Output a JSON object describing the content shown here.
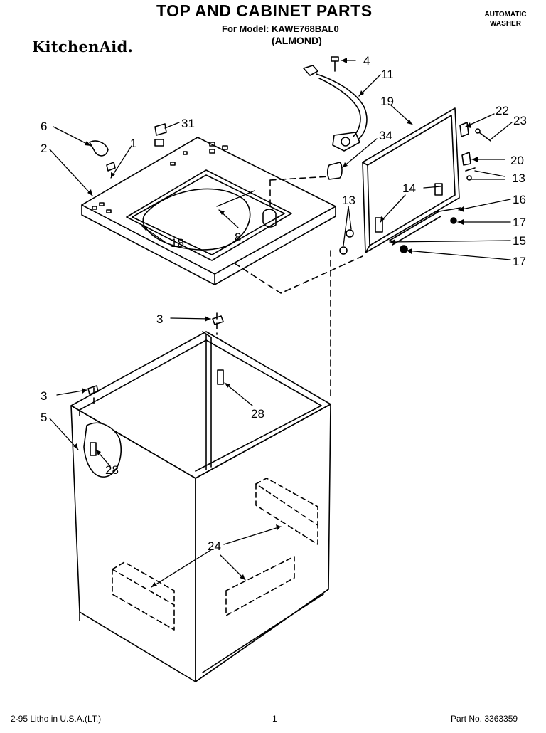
{
  "header": {
    "title": "TOP AND CABINET PARTS",
    "model_line": "For Model: KAWE768BAL0",
    "color": "(ALMOND)",
    "brand": "KitchenAid.",
    "product_type_line1": "AUTOMATIC",
    "product_type_line2": "WASHER"
  },
  "callouts": {
    "c4": "4",
    "c11": "11",
    "c19": "19",
    "c22": "22",
    "c23": "23",
    "c6": "6",
    "c31": "31",
    "c1": "1",
    "c2": "2",
    "c34": "34",
    "c20": "20",
    "c13a": "13",
    "c14": "14",
    "c16": "16",
    "c13b": "13",
    "c17a": "17",
    "c15": "15",
    "c17b": "17",
    "c8": "8",
    "c18": "18",
    "c3a": "3",
    "c3b": "3",
    "c28a": "28",
    "c5": "5",
    "c28b": "28",
    "c24": "24"
  },
  "footer": {
    "left": "2-95 Litho in U.S.A.(LT.)",
    "page": "1",
    "part_no": "Part No. 3363359"
  }
}
